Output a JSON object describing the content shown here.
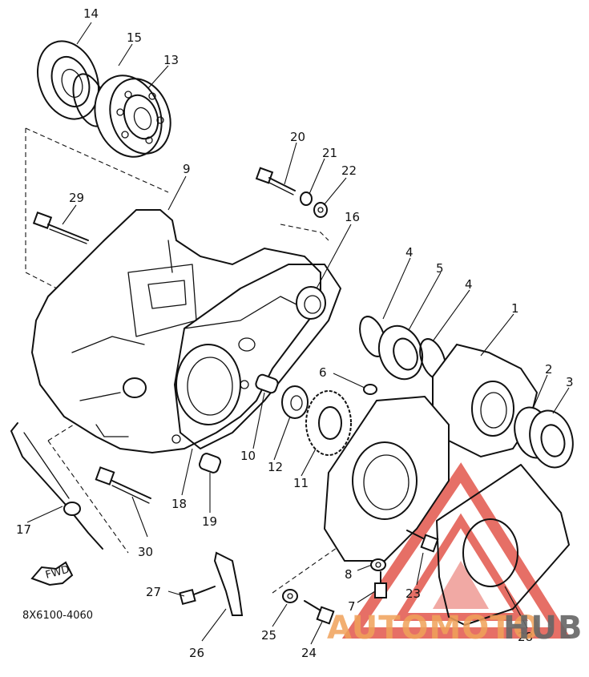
{
  "diagram": {
    "part_numbers": [
      "1",
      "2",
      "3",
      "4",
      "4",
      "5",
      "6",
      "7",
      "8",
      "9",
      "10",
      "11",
      "12",
      "13",
      "14",
      "15",
      "16",
      "17",
      "18",
      "19",
      "20",
      "21",
      "22",
      "23",
      "24",
      "25",
      "26",
      "27",
      "28",
      "29",
      "30"
    ],
    "catalog_code": "8X6100-4060",
    "direction_label": "FWD"
  },
  "watermark": {
    "text_left": "AUTOMOTO",
    "text_right": "HUB",
    "colors": {
      "logo_red": "#e2574c",
      "logo_orange": "#f0a25a",
      "logo_dark": "#666666"
    }
  }
}
